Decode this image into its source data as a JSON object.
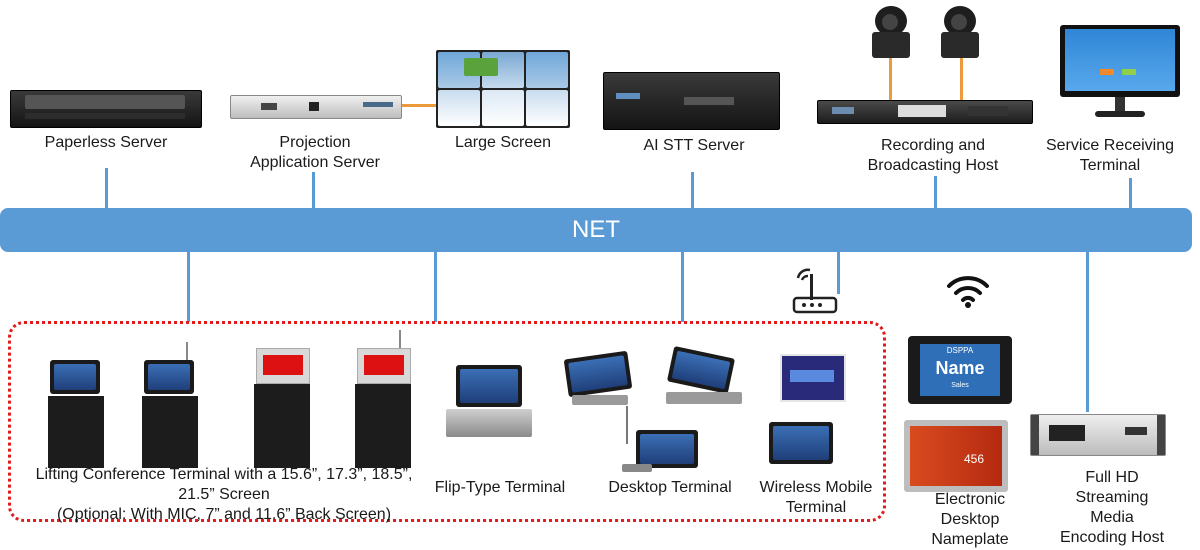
{
  "network": {
    "label": "NET"
  },
  "top_devices": [
    {
      "id": "paperless-server",
      "label": "Paperless Server"
    },
    {
      "id": "projection-server",
      "label_line1": "Projection",
      "label_line2": "Application Server"
    },
    {
      "id": "large-screen",
      "label": "Large Screen"
    },
    {
      "id": "ai-stt-server",
      "label": "AI STT Server"
    },
    {
      "id": "recording-host",
      "label_line1": "Recording and",
      "label_line2": "Broadcasting Host"
    },
    {
      "id": "service-terminal",
      "label_line1": "Service Receiving",
      "label_line2": "Terminal"
    }
  ],
  "bottom_devices": {
    "lifting": {
      "line1": "Lifting Conference Terminal with a 15.6”, 17.3”, 18.5”,",
      "line2": "21.5” Screen",
      "line3": "(Optional: With MIC, 7” and 11.6” Back Screen)"
    },
    "flip": {
      "label": "Flip-Type Terminal"
    },
    "desktop": {
      "label": "Desktop Terminal"
    },
    "wireless": {
      "line1": "Wireless Mobile",
      "line2": "Terminal"
    },
    "nameplate": {
      "line1": "Electronic",
      "line2": "Desktop",
      "line3": "Nameplate",
      "screen_brand": "DSPPA",
      "screen_name": "Name",
      "screen_sub": "Sales",
      "screen_number": "456"
    },
    "encoder": {
      "line1": "Full HD",
      "line2": "Streaming",
      "line3": "Media",
      "line4": "Encoding Host"
    }
  },
  "colors": {
    "net": "#5b9bd5",
    "connector": "#ed9a3c",
    "group_border": "#e11a1a"
  }
}
